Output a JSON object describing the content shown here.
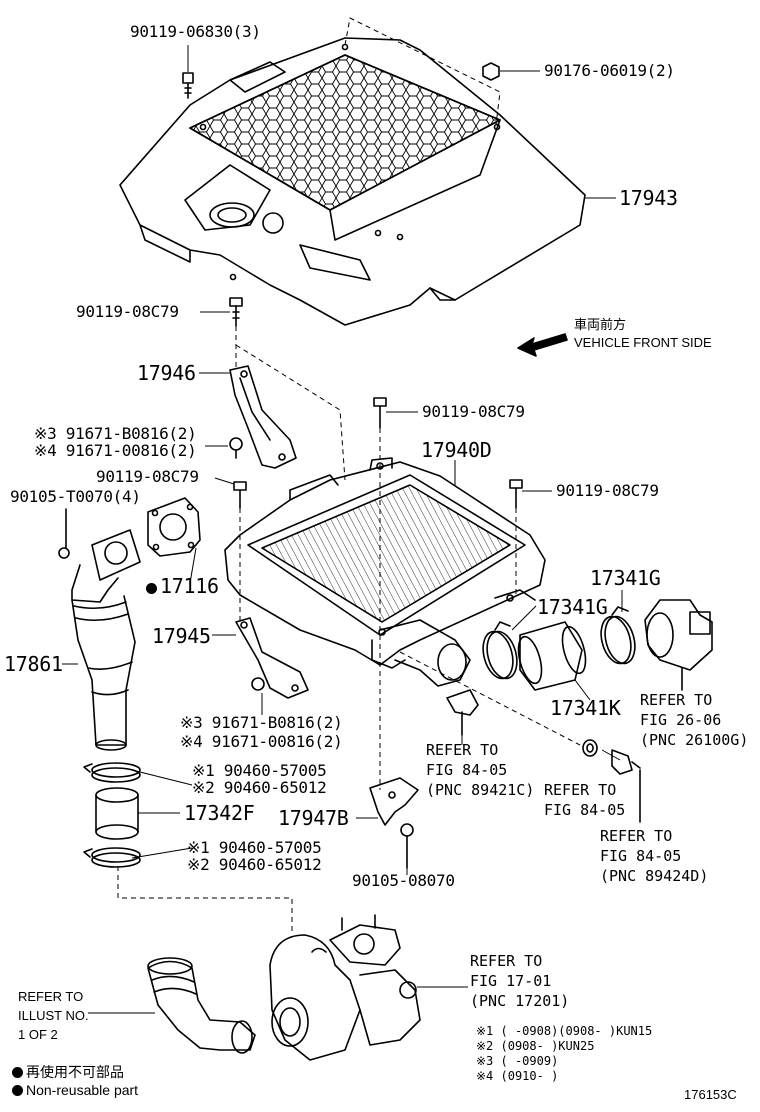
{
  "parts": {
    "p_90119_06830": "90119-06830(3)",
    "p_90176_06019": "90176-06019(2)",
    "p_17943": "17943",
    "p_90119_08c79_a": "90119-08C79",
    "p_17946": "17946",
    "p_91671_b0816_a": "※3 91671-B0816(2)",
    "p_91671_00816_a": "※4 91671-00816(2)",
    "p_90119_08c79_b": "90119-08C79",
    "p_90105_t0070": "90105-T0070(4)",
    "p_17940d": "17940D",
    "p_90119_08c79_c": "90119-08C79",
    "p_90119_08c79_d": "90119-08C79",
    "p_17116": "17116",
    "p_17341g_a": "17341G",
    "p_17341g_b": "17341G",
    "p_17945": "17945",
    "p_17861": "17861",
    "p_17341k": "17341K",
    "p_91671_b0816_b": "※3 91671-B0816(2)",
    "p_91671_00816_b": "※4 91671-00816(2)",
    "p_90460_57005_a": "※1 90460-57005",
    "p_90460_65012_a": "※2 90460-65012",
    "p_17342f": "17342F",
    "p_17947b": "17947B",
    "p_90460_57005_b": "※1 90460-57005",
    "p_90460_65012_b": "※2 90460-65012",
    "p_90105_08070": "90105-08070"
  },
  "vehicle_front": {
    "jp": "車両前方",
    "en": "VEHICLE FRONT SIDE"
  },
  "refs": {
    "fig_26_06": [
      "REFER  TO",
      "FIG  26-06",
      "(PNC  26100G)"
    ],
    "fig_84_05_a": [
      "REFER  TO",
      "FIG  84-05",
      "(PNC  89421C)"
    ],
    "fig_84_05_b": [
      "REFER  TO",
      "FIG  84-05"
    ],
    "fig_84_05_c": [
      "REFER  TO",
      "FIG  84-05",
      "(PNC  89424D)"
    ],
    "fig_17_01": [
      "REFER  TO",
      "FIG  17-01",
      "(PNC  17201)"
    ],
    "illust": [
      "REFER TO",
      "ILLUST NO.",
      "1 OF 2"
    ]
  },
  "notes": [
    "※1 (      -0908)(0908-       )KUN15",
    "※2 (0908-       )KUN25",
    "※3 (      -0909)",
    "※4 (0910-       )"
  ],
  "legend": {
    "jp": "再使用不可部品",
    "en": "Non-reusable part"
  },
  "illustration_code": "176153C"
}
